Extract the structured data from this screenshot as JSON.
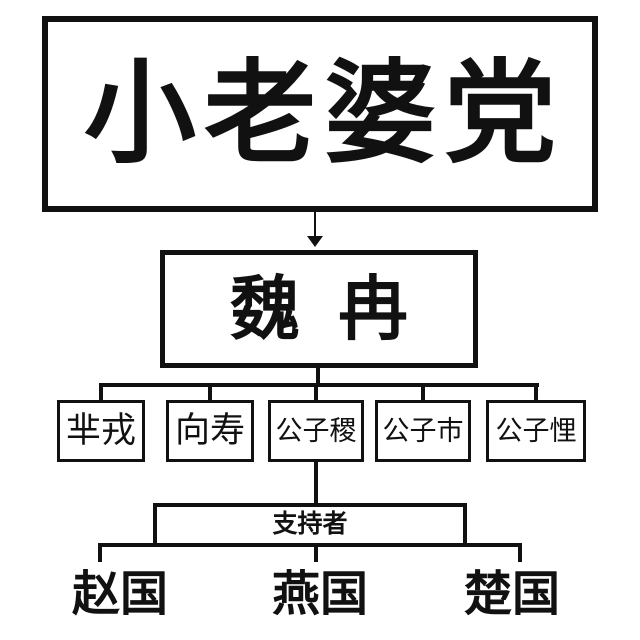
{
  "diagram": {
    "title": "小老婆党",
    "leader": "魏冉",
    "members": [
      "芈戎",
      "向寿",
      "公子稷",
      "公子巿",
      "公子悝"
    ],
    "supporters_label": "支持者",
    "supporters": [
      "赵国",
      "燕国",
      "楚国"
    ]
  },
  "colors": {
    "ink": "#111111",
    "background": "#ffffff"
  }
}
